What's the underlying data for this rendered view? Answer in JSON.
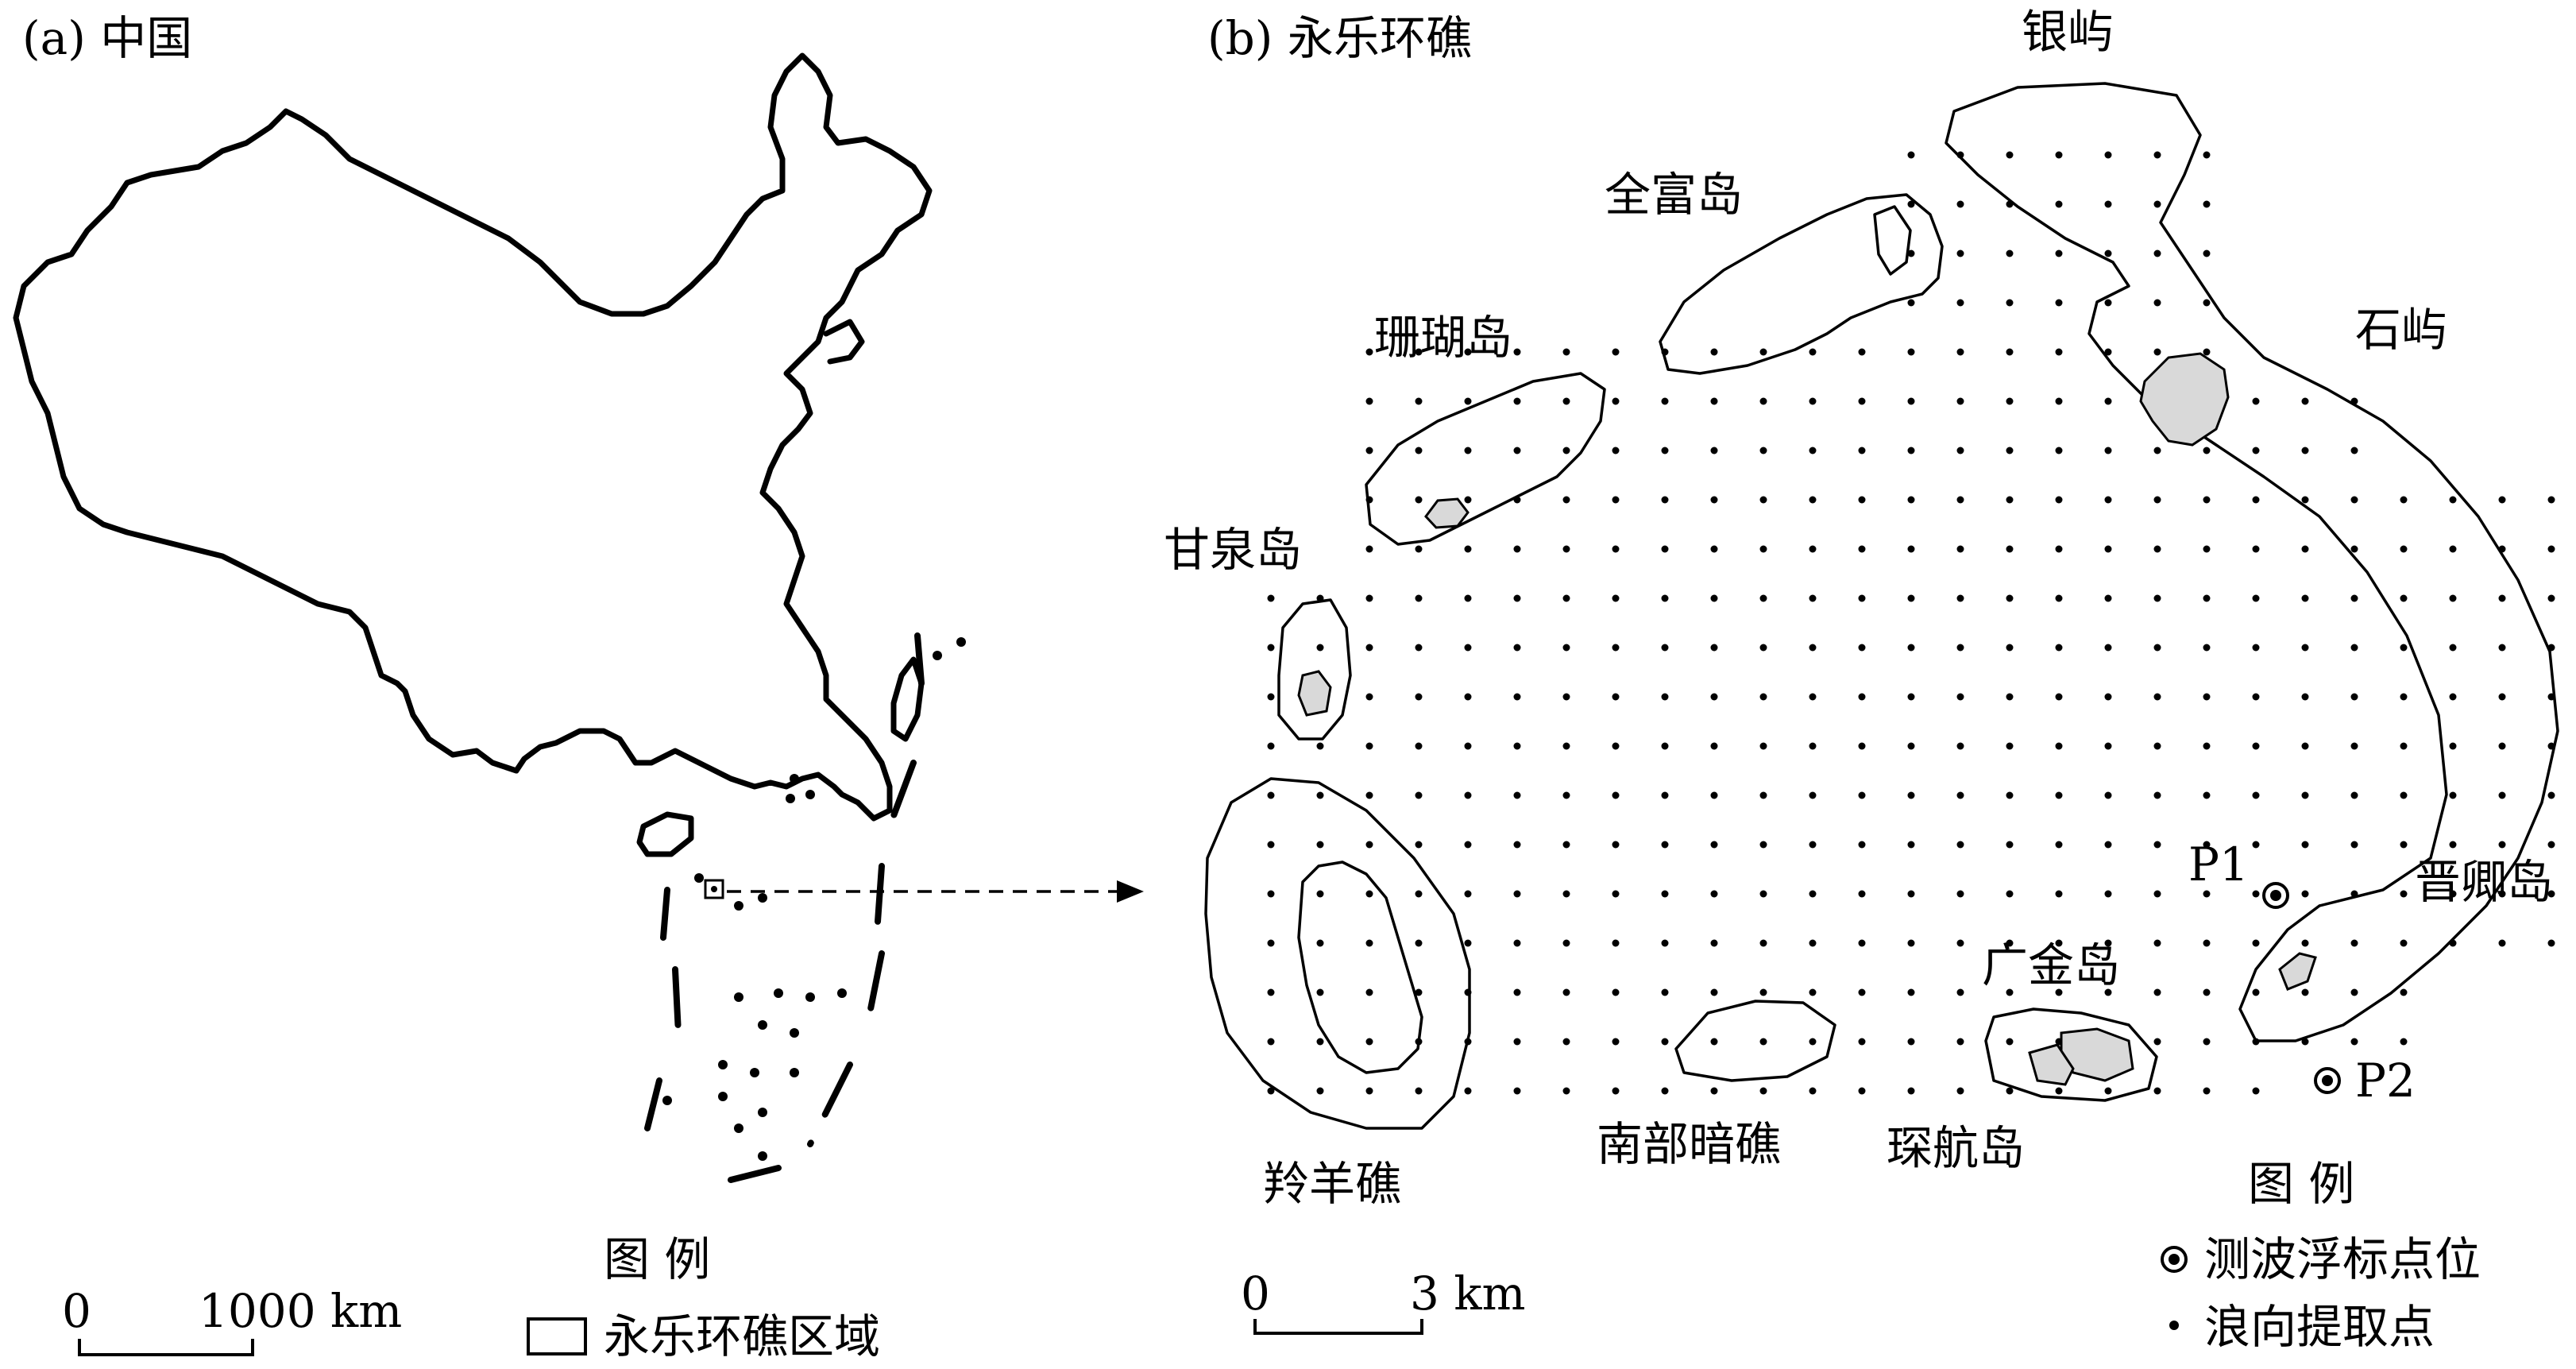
{
  "panel_a": {
    "title": "(a) 中国",
    "legend_title": "图 例",
    "legend_item": "永乐环礁区域",
    "scale_zero": "0",
    "scale_max": "1000 km"
  },
  "panel_b": {
    "title": "(b) 永乐环礁",
    "features": {
      "yinyu": "银屿",
      "quanfu": "全富岛",
      "shanhu": "珊瑚岛",
      "shiyu": "石屿",
      "ganquan": "甘泉岛",
      "jinqing": "晋卿岛",
      "guangjin": "广金岛",
      "lingyang": "羚羊礁",
      "nanbu": "南部暗礁",
      "chenhang": "琛航岛"
    },
    "points": {
      "p1": "P1",
      "p2": "P2"
    },
    "legend_title": "图 例",
    "legend_buoy": "测波浮标点位",
    "legend_extract": "浪向提取点",
    "scale_zero": "0",
    "scale_max": "3 km"
  }
}
